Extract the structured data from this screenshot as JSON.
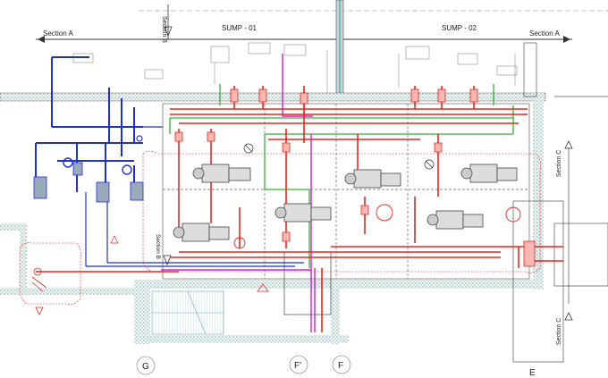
{
  "drawing": {
    "section_a_left": "Section A",
    "section_a_right": "Section A",
    "section_b_top": "Section B",
    "section_b_mid": "Section B",
    "section_c_top": "Section C",
    "section_c_bottom": "Section C",
    "sump_01": "SUMP - 01",
    "sump_02": "SUMP - 02",
    "grid_g": "G",
    "grid_f_prime": "F'",
    "grid_f": "F",
    "grid_e": "E"
  },
  "colors": {
    "fire_main": "#e8261e",
    "chilled": "#1f2fd6",
    "green_line": "#33b233",
    "magenta_line": "#d21ed2",
    "cyan_line": "#1aa3a3",
    "wall": "#666666"
  },
  "icons": {
    "pump": "pump-icon",
    "tank": "pressure-tank-icon",
    "valve": "valve-icon"
  }
}
